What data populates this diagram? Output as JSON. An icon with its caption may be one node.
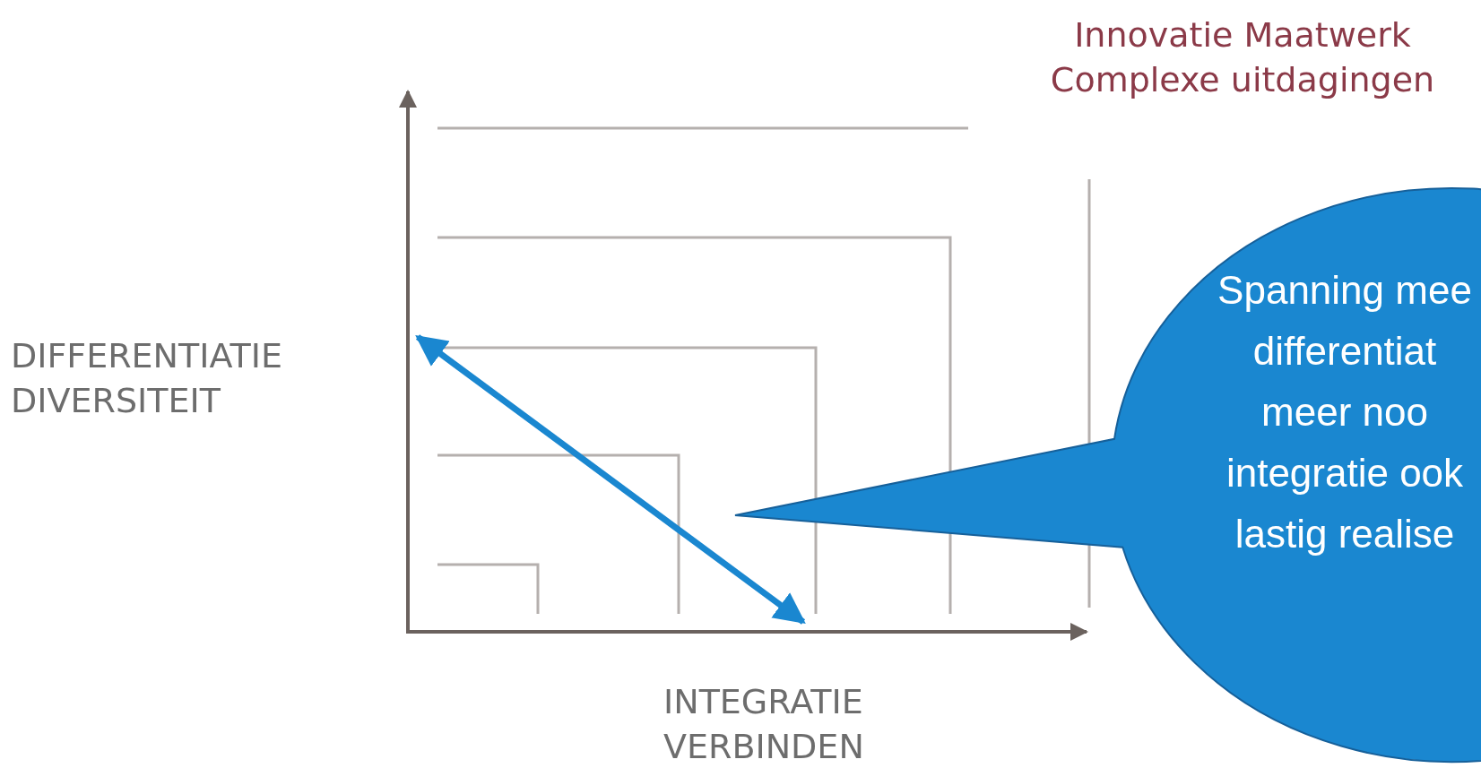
{
  "diagram": {
    "nodes": [
      {
        "text": [
          "Spanning mee differentiat meer noo integratie ook lastig realise"
        ]
      }
    ],
    "labels": [
      "Innovatie Maatwerk Complexe uitdagingen",
      "DIFFERENTIATIE DIVERSITEIT",
      "INTEGRATIE VERBINDEN"
    ]
  }
}
